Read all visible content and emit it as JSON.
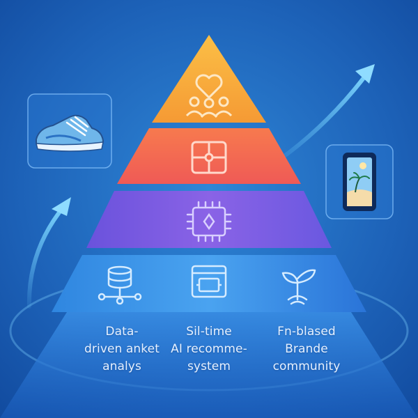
{
  "pyramid": {
    "tiers": [
      {
        "id": "top",
        "icon": "heart-community-icon",
        "color": "#f7a93a"
      },
      {
        "id": "second",
        "icon": "puzzle-icon",
        "color": "#f46a4e"
      },
      {
        "id": "third",
        "icon": "ai-chip-icon",
        "color": "#7a5fe0"
      },
      {
        "id": "base",
        "icon": "row-icons",
        "color": "#3d8fe8"
      }
    ]
  },
  "pillars": [
    {
      "icon": "database-network-icon",
      "lines": [
        "Data-",
        "driven anket",
        "analys"
      ]
    },
    {
      "icon": "server-panel-icon",
      "lines": [
        "Sil-time",
        "AI recomme-",
        "system"
      ]
    },
    {
      "icon": "sprout-icon",
      "lines": [
        "Fn-blased",
        "Brande",
        "community"
      ]
    }
  ],
  "side_cards": {
    "left": {
      "icon": "sneaker-icon"
    },
    "right": {
      "icon": "phone-beach-icon"
    }
  },
  "colors": {
    "background_top": "#1f5fb3",
    "background_bottom": "#0f3f93",
    "tier_top": "#f7a93a",
    "tier_second": "#f46a4e",
    "tier_third": "#7a5fe0",
    "tier_base": "#3d8fe8"
  }
}
